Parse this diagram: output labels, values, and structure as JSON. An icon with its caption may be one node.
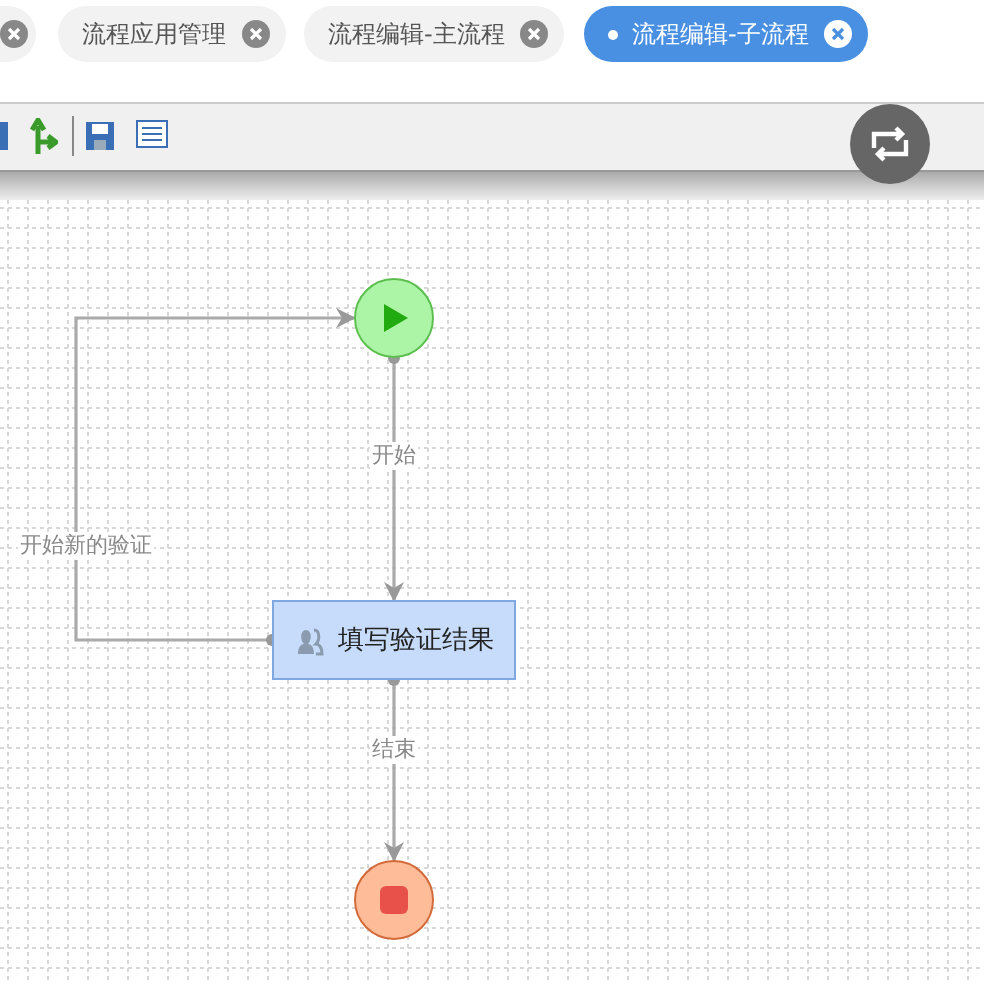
{
  "diagram": {
    "nodes": [
      {
        "text": [],
        "shape": "circle"
      },
      {
        "text": [
          "填写验证结果"
        ]
      },
      {
        "text": [],
        "shape": "circle"
      }
    ],
    "edges": [
      {
        "from": 0,
        "to": 1,
        "arrow": "to",
        "label": "开始"
      },
      {
        "from": 1,
        "to": 2,
        "arrow": "to",
        "label": "结束"
      },
      {
        "from": 1,
        "to": 0,
        "arrow": "to",
        "label": "开始新的验证"
      }
    ],
    "labels": [
      "流程应用管理",
      "流程编辑-主流程",
      "流程编辑-子流程"
    ]
  }
}
